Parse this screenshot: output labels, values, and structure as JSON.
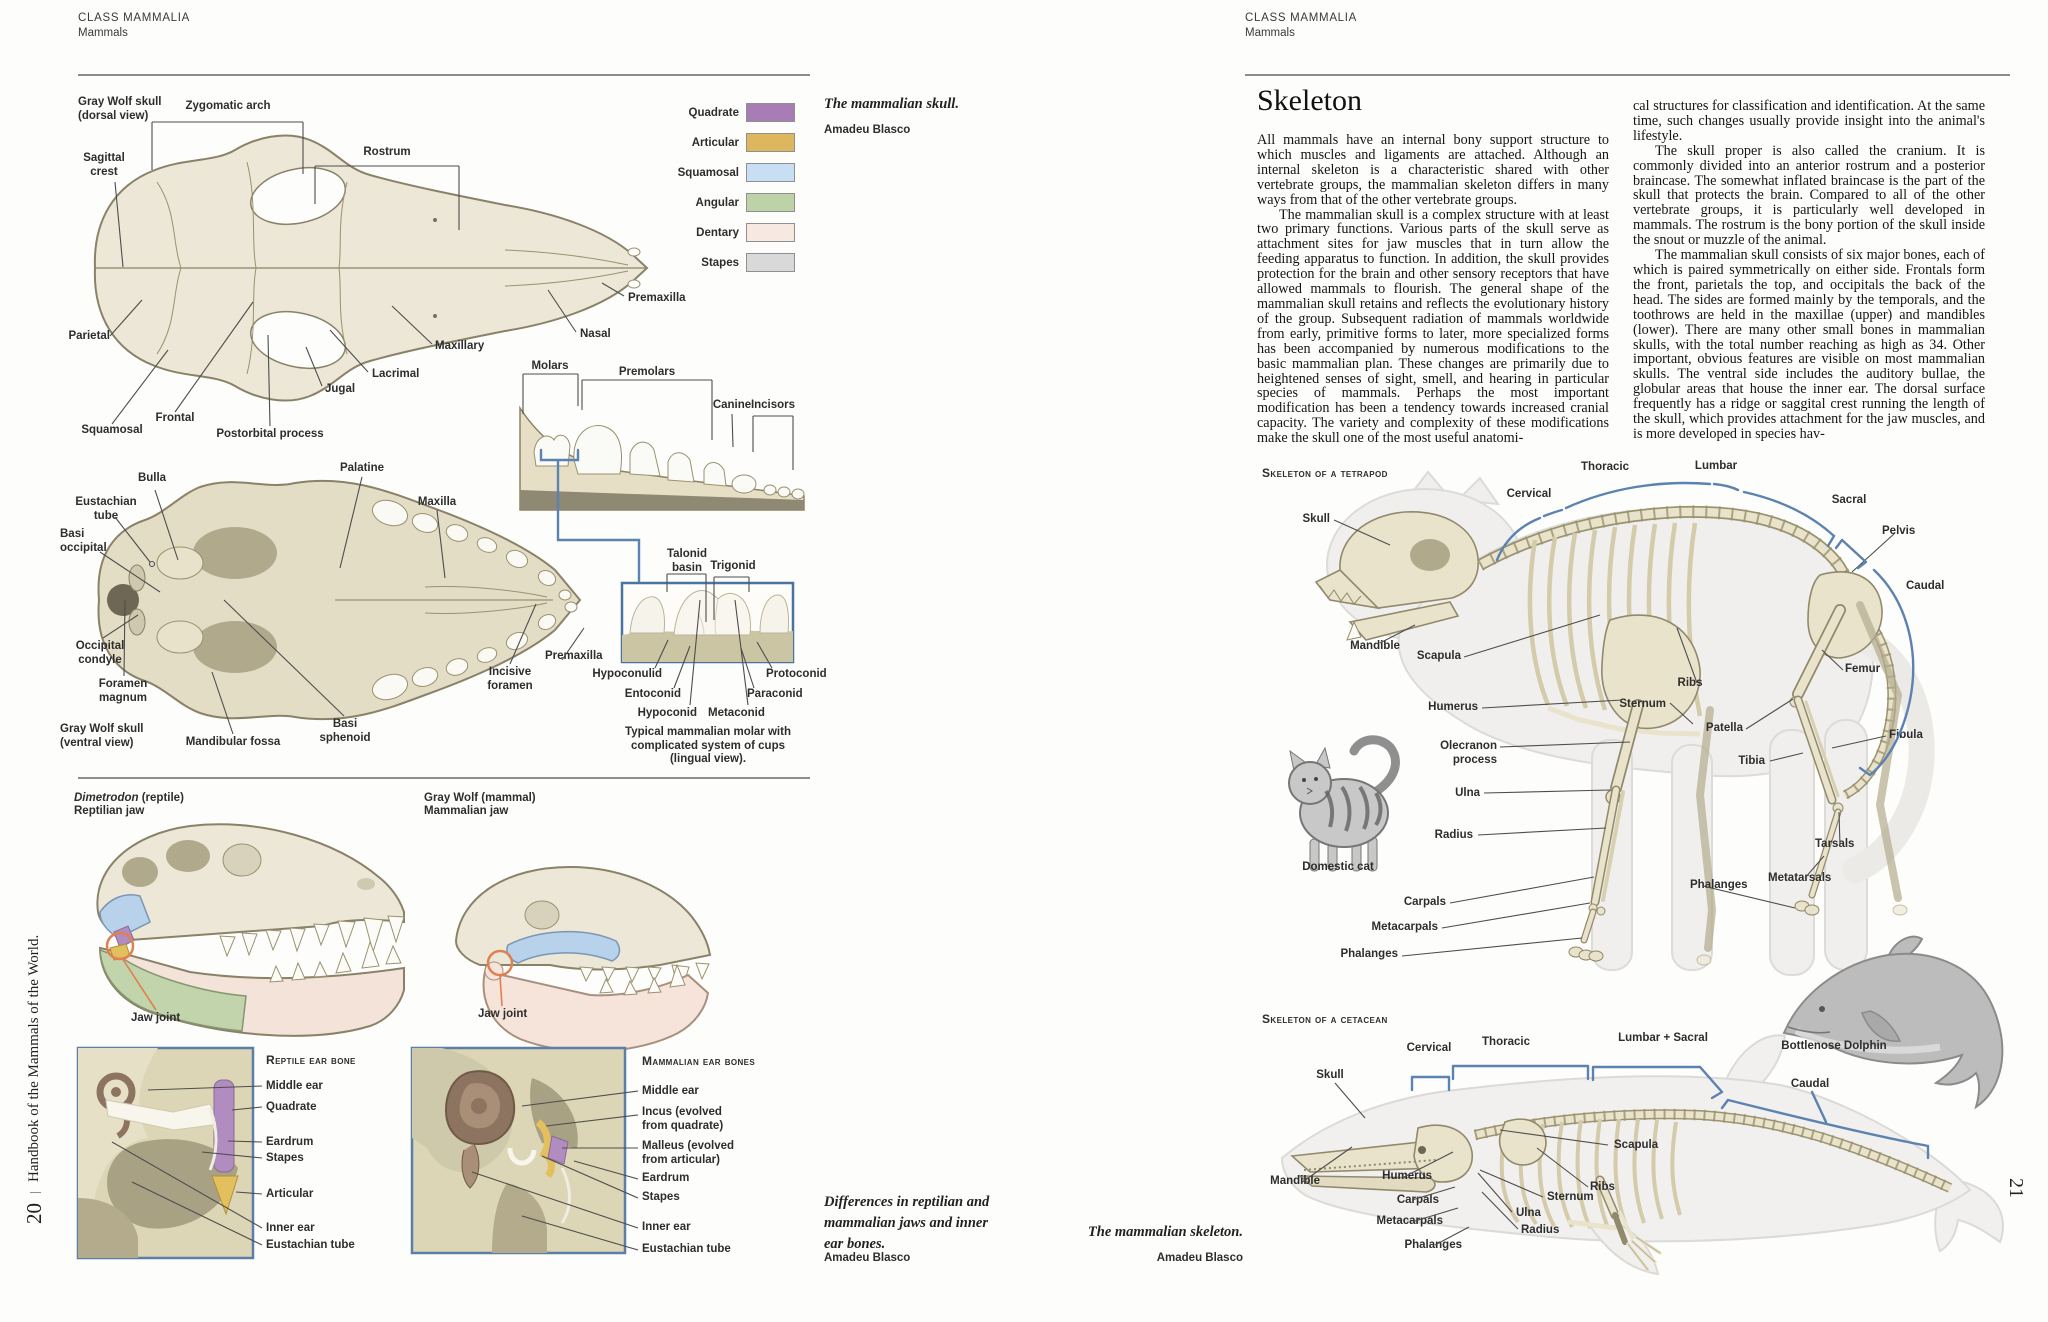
{
  "meta": {
    "page_number_left": "20",
    "page_number_right": "21",
    "spine_divider": "|",
    "spine_title": "Handbook of the Mammals of the World."
  },
  "colors": {
    "bracket_blue": "#5b82b0",
    "box_border": "#4a73a0",
    "joint_orange": "#e08050",
    "bone": "#ece7d6"
  },
  "left_page": {
    "header": {
      "kicker": "CLASS MAMMALIA",
      "title": "Mammals"
    },
    "skull_fig": {
      "caption_title": "The mammalian skull.",
      "caption_credit": "Amadeu Blasco",
      "legend": [
        {
          "label": "Quadrate",
          "color": "#a87cb5"
        },
        {
          "label": "Articular",
          "color": "#dcb75f"
        },
        {
          "label": "Squamosal",
          "color": "#c8def2"
        },
        {
          "label": "Angular",
          "color": "#bdd3a7"
        },
        {
          "label": "Dentary",
          "color": "#f7e9e1"
        },
        {
          "label": "Stapes",
          "color": "#d9d9d9"
        }
      ],
      "labels": {
        "dorsal_title": "Gray Wolf skull\n(dorsal view)",
        "zygomatic_arch": "Zygomatic arch",
        "rostrum": "Rostrum",
        "sagittal_crest": "Sagittal\ncrest",
        "premaxilla_dorsal": "Premaxilla",
        "nasal": "Nasal",
        "parietal": "Parietal",
        "maxillary": "Maxillary",
        "lacrimal": "Lacrimal",
        "jugal": "Jugal",
        "frontal": "Frontal",
        "squamosal": "Squamosal",
        "postorbital_process": "Postorbital process",
        "molars": "Molars",
        "premolars": "Premolars",
        "canine": "Canine",
        "incisors": "Incisors",
        "palatine": "Palatine",
        "maxilla": "Maxilla",
        "bulla": "Bulla",
        "eustachian_tube": "Eustachian\ntube",
        "basi_occipital": "Basi\noccipital",
        "occipital_condyle": "Occipital\ncondyle",
        "foramen_magnum": "Foramen\nmagnum",
        "ventral_title": "Gray Wolf skull\n(ventral view)",
        "mandibular_fossa": "Mandibular fossa",
        "basi_sphenoid": "Basi\nsphenoid",
        "incisive_foramen": "Incisive\nforamen",
        "premaxilla_ventral": "Premaxilla",
        "talonid_basin": "Talonid\nbasin",
        "trigonid": "Trigonid",
        "hypoconulid": "Hypoconulid",
        "entoconid": "Entoconid",
        "hypoconid": "Hypoconid",
        "protoconid": "Protoconid",
        "paraconid": "Paraconid",
        "metaconid": "Metaconid",
        "molar_note": "Typical mammalian molar with\ncomplicated system of cups\n(lingual view)."
      }
    },
    "jaw_fig": {
      "dimetrodon_genus": "Dimetrodon",
      "dimetrodon_qualifier": " (reptile)",
      "dimetrodon_sub": "Reptilian jaw",
      "wolf_title": "Gray Wolf (mammal)",
      "wolf_sub": "Mammalian jaw",
      "jaw_joint": "Jaw joint"
    },
    "ear_fig": {
      "reptile_heading": "Reptile ear bone",
      "mammal_heading": "Mammalian ear bones",
      "labels": {
        "middle_ear": "Middle ear",
        "quadrate": "Quadrate",
        "eardrum": "Eardrum",
        "stapes": "Stapes",
        "articular": "Articular",
        "inner_ear": "Inner ear",
        "eustachian_tube": "Eustachian tube",
        "incus": "Incus (evolved\nfrom quadrate)",
        "malleus": "Malleus (evolved\nfrom articular)"
      },
      "caption_title": "Differences in reptilian and\nmammalian jaws and inner\near bones.",
      "caption_credit": "Amadeu Blasco"
    }
  },
  "right_page": {
    "header": {
      "kicker": "CLASS MAMMALIA",
      "title": "Mammals"
    },
    "article": {
      "heading": "Skeleton",
      "col1_p1": "All mammals have an internal bony support structure to which muscles and ligaments are attached. Although an internal skeleton is a characteristic shared with other vertebrate groups, the mammalian skeleton differs in many ways from that of the other vertebrate groups.",
      "col1_p2": "The mammalian skull is a complex structure with at least two primary functions. Various parts of the skull serve as attachment sites for jaw muscles that in turn allow the feeding apparatus to function. In addition, the skull provides protection for the brain and other sensory receptors that have allowed mammals to flourish. The general shape of the mammalian skull retains and reflects the evolutionary history of the group. Subsequent radiation of mammals worldwide from early, primitive forms to later, more specialized forms has been accompanied by numerous modifications to the basic mammalian plan. These changes are primarily due to heightened senses of sight, smell, and hearing in particular species of mammals. Perhaps the most important modification has been a tendency towards increased cranial capacity. The variety and complexity of these modifications make the skull one of the most useful anatomi-",
      "col2_p1": "cal structures for classification and identification. At the same time, such changes usually provide insight into the animal's lifestyle.",
      "col2_p2": "The skull proper is also called the cranium. It is commonly divided into an anterior rostrum and a posterior braincase. The somewhat inflated braincase is the part of the skull that protects the brain. Compared to all of the other vertebrate groups, it is particularly well developed in mammals. The rostrum is the bony portion of the skull inside the snout or muzzle of the animal.",
      "col2_p3": "The mammalian skull consists of six major bones, each of which is paired symmetrically on either side. Frontals form the front, parietals the top, and occipitals the back of the head. The sides are formed mainly by the temporals, and the toothrows are held in the maxillae (upper) and mandibles (lower). There are many other small bones in mammalian skulls, with the total number reaching as high as 34. Other important, obvious features are visible on most mammalian skulls. The ventral side includes the auditory bullae, the globular areas that house the inner ear. The dorsal surface frequently has a ridge or saggital crest running the length of the skull, which provides attachment for the jaw muscles, and is more developed in species hav-"
    },
    "tetrapod_fig": {
      "heading": "Skeleton of a tetrapod",
      "labels": {
        "skull": "Skull",
        "cervical": "Cervical",
        "thoracic": "Thoracic",
        "lumbar": "Lumbar",
        "sacral": "Sacral",
        "pelvis": "Pelvis",
        "caudal": "Caudal",
        "mandible": "Mandible",
        "scapula": "Scapula",
        "ribs": "Ribs",
        "sternum": "Sternum",
        "humerus": "Humerus",
        "olecranon_process": "Olecranon\nprocess",
        "ulna": "Ulna",
        "radius": "Radius",
        "carpals": "Carpals",
        "metacarpals": "Metacarpals",
        "phalanges_fore": "Phalanges",
        "femur": "Femur",
        "patella": "Patella",
        "tibia": "Tibia",
        "fibula": "Fibula",
        "tarsals": "Tarsals",
        "metatarsals": "Metatarsals",
        "phalanges_hind": "Phalanges",
        "domestic_cat": "Domestic cat"
      }
    },
    "cetacean_fig": {
      "heading": "Skeleton of a cetacean",
      "labels": {
        "cervical": "Cervical",
        "thoracic": "Thoracic",
        "lumbar_sacral": "Lumbar + Sacral",
        "caudal": "Caudal",
        "skull": "Skull",
        "mandible": "Mandible",
        "scapula": "Scapula",
        "ribs": "Ribs",
        "sternum": "Sternum",
        "humerus": "Humerus",
        "ulna": "Ulna",
        "radius": "Radius",
        "carpals": "Carpals",
        "metacarpals": "Metacarpals",
        "phalanges": "Phalanges",
        "bottlenose_dolphin": "Bottlenose Dolphin"
      }
    },
    "caption_title": "The mammalian skeleton.",
    "caption_credit": "Amadeu Blasco"
  }
}
